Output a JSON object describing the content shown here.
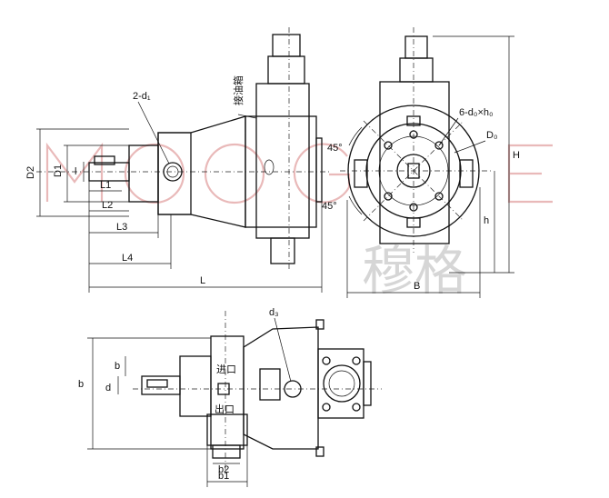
{
  "watermark": {
    "latin": "MOOGE",
    "chinese": "穆格"
  },
  "side_view": {
    "labels": {
      "hole": "2-d₁",
      "oil_port": "接油箱",
      "D2": "D2",
      "D1": "D1",
      "L1": "L1",
      "L2": "L2",
      "L3": "L3",
      "L4": "L4",
      "L": "L"
    }
  },
  "front_view": {
    "labels": {
      "bolt": "6-d₀×h₀",
      "D0": "D₀",
      "angle_top": "45°",
      "angle_bottom": "45°",
      "H": "H",
      "h": "h",
      "B": "B"
    }
  },
  "top_view": {
    "labels": {
      "d3": "d₃",
      "b": "b",
      "b_small": "b",
      "d": "d",
      "b2": "b2",
      "b1": "b1",
      "inlet": "进口",
      "outlet": "出口"
    }
  }
}
